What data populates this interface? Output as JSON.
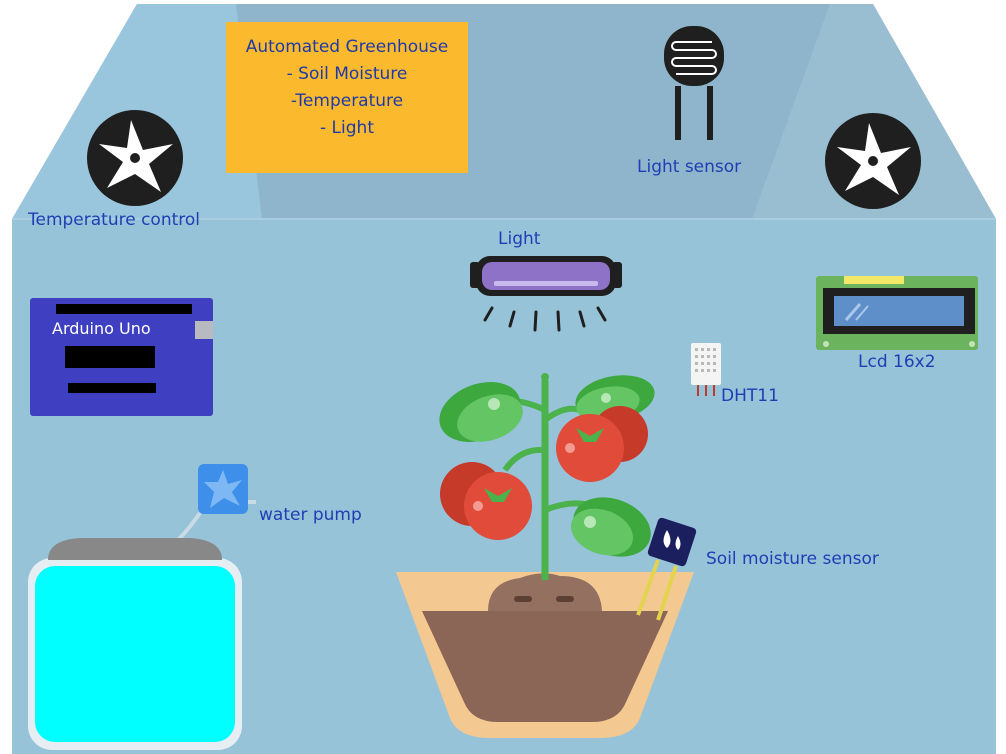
{
  "title_box": {
    "lines": [
      "Automated Greenhouse",
      "- Soil Moisture",
      "-Temperature",
      "- Light"
    ]
  },
  "labels": {
    "temperature_control": "Temperature control",
    "light_sensor": "Light sensor",
    "light": "Light",
    "arduino": "Arduino Uno",
    "lcd": "Lcd 16x2",
    "dht11": "DHT11",
    "water_pump": "water pump",
    "soil_moisture_sensor": "Soil moisture sensor"
  },
  "colors": {
    "wall": "#97c3d9",
    "roof": "#8fb5cc",
    "label_text": "#1e3fb4",
    "title_box": "#fbba2d",
    "arduino_board": "#3f3fc2",
    "water": "#00ffff",
    "soil": "#8b6555",
    "pot": "#f3c891",
    "tomato": "#e04b3a",
    "leaf": "#4cb24c",
    "lcd_board": "#6bb35c",
    "lcd_screen": "#5f8fc8"
  },
  "icons": [
    "fan-icon",
    "light-sensor-icon",
    "led-light-icon",
    "arduino-board-icon",
    "lcd-module-icon",
    "dht11-sensor-icon",
    "water-pump-icon",
    "water-tank-icon",
    "tomato-plant-icon",
    "soil-moisture-sensor-icon"
  ]
}
